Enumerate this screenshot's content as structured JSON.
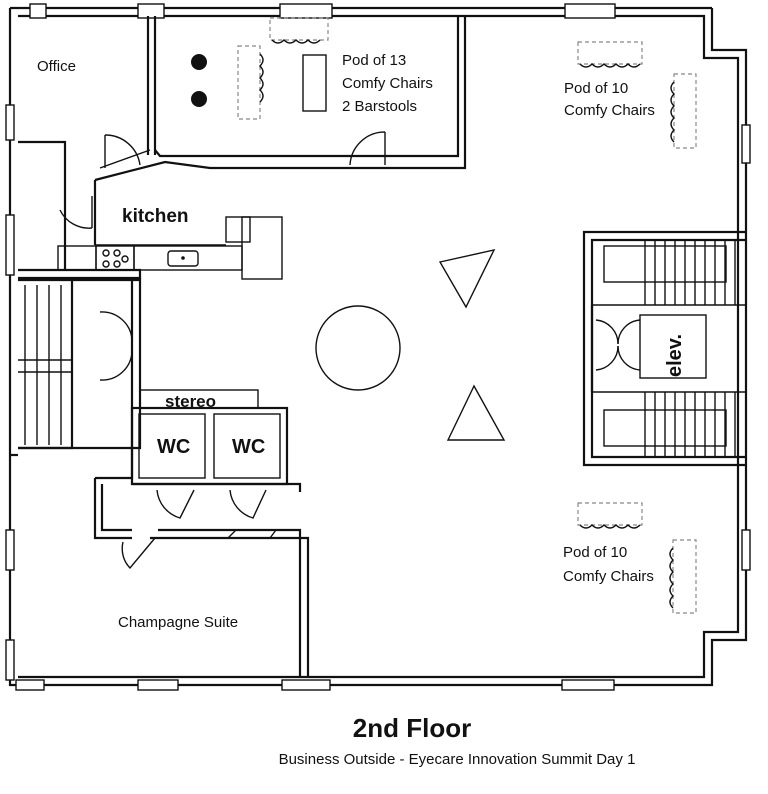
{
  "rooms": {
    "office": "Office",
    "kitchen": "kitchen",
    "stereo": "stereo",
    "wc_left": "WC",
    "wc_right": "WC",
    "elevator": "elev.",
    "champagne_suite": "Champagne Suite"
  },
  "pods": {
    "pod_13": [
      "Pod of 13",
      "Comfy Chairs",
      "2 Barstools"
    ],
    "pod_10_top": [
      "Pod of 10",
      "Comfy Chairs"
    ],
    "pod_10_bottom": [
      "Pod of 10",
      "Comfy Chairs"
    ]
  },
  "footer": {
    "title": "2nd Floor",
    "subtitle": "Business Outside - Eyecare Innovation Summit Day 1"
  }
}
